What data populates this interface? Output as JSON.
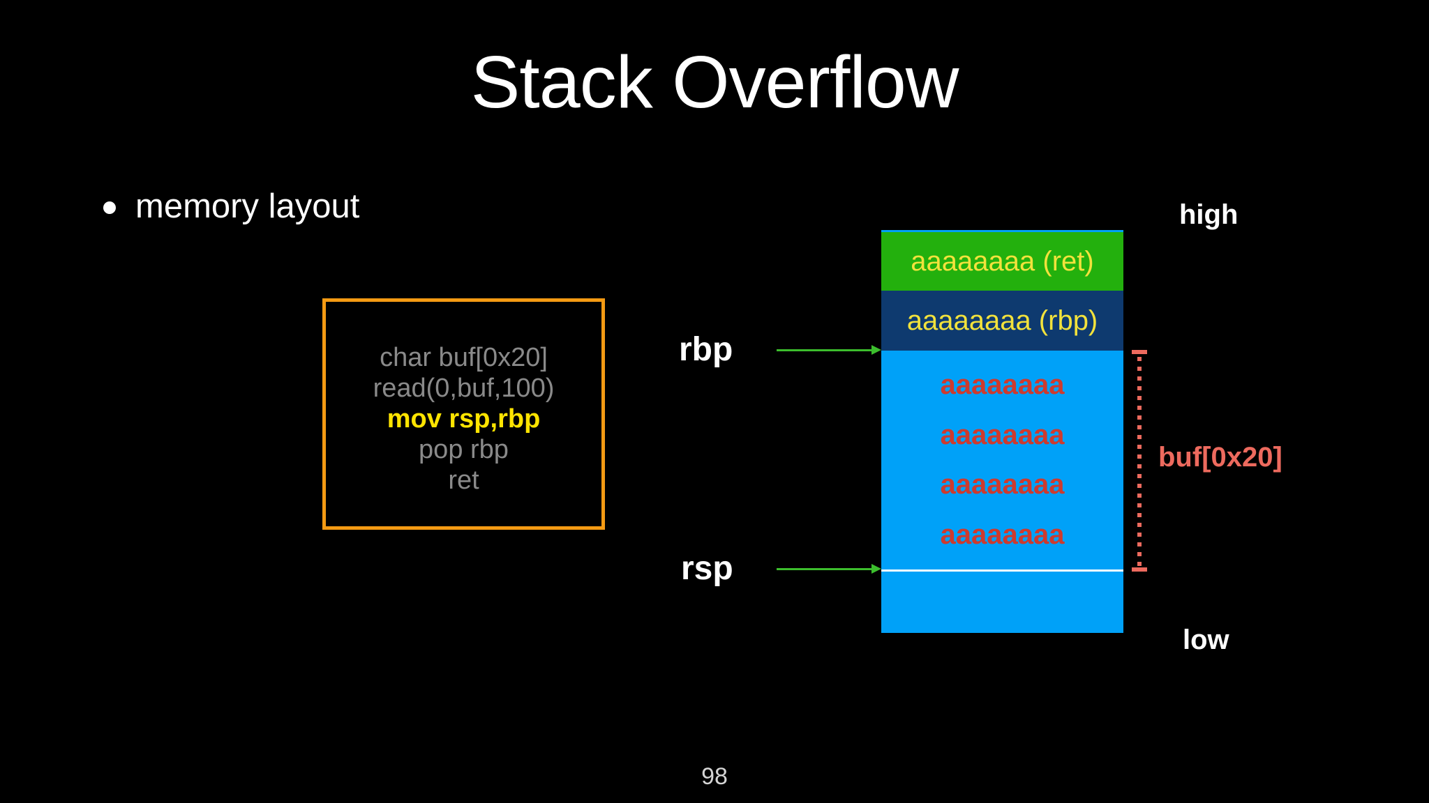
{
  "slide": {
    "title": "Stack Overflow",
    "bullet": "memory layout",
    "page_number": "98"
  },
  "code_box": {
    "lines": [
      {
        "text": "char buf[0x20]",
        "highlight": false
      },
      {
        "text": "read(0,buf,100)",
        "highlight": false
      },
      {
        "text": "mov rsp,rbp",
        "highlight": true
      },
      {
        "text": "pop rbp",
        "highlight": false
      },
      {
        "text": "ret",
        "highlight": false
      }
    ]
  },
  "registers": {
    "rbp": "rbp",
    "rsp": "rsp"
  },
  "stack": {
    "frames": {
      "ret": "aaaaaaaa (ret)",
      "rbp": "aaaaaaaa (rbp)"
    },
    "buffer_values": [
      "aaaaaaaa",
      "aaaaaaaa",
      "aaaaaaaa",
      "aaaaaaaa"
    ],
    "buffer_label": "buf[0x20]",
    "high_label": "high",
    "low_label": "low"
  },
  "colors": {
    "bg": "#000000",
    "green": "#23B00D",
    "navy": "#0E3A6F",
    "cyan": "#00A1F8",
    "yellow": "#F2E23C",
    "yellow-bright": "#FFE400",
    "red": "#CE3A2E",
    "salmon": "#ED6A5E",
    "arrow-green": "#3CBE2D",
    "orange": "#F49A13",
    "gray": "#8A8A8A"
  }
}
